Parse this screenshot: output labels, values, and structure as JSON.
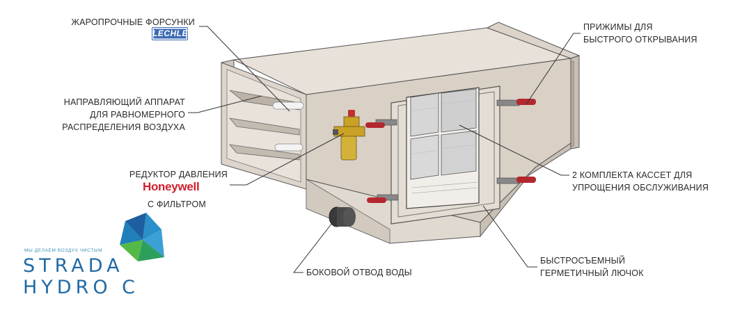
{
  "labels": {
    "nozzles": "ЖАРОПРОЧНЫЕ ФОРСУНКИ",
    "guide_1": "НАПРАВЛЯЮЩИЙ АППАРАТ",
    "guide_2": "ДЛЯ РАВНОМЕРНОГО",
    "guide_3": "РАСПРЕДЕЛЕНИЯ ВОЗДУХА",
    "reducer": "РЕДУКТОР ДАВЛЕНИЯ",
    "with_filter": "С ФИЛЬТРОМ",
    "drain": "БОКОВОЙ ОТВОД ВОДЫ",
    "clamps_1": "ПРИЖИМЫ ДЛЯ",
    "clamps_2": "БЫСТРОГО ОТКРЫВАНИЯ",
    "cassettes_1": "2 КОМПЛЕКТА КАССЕТ ДЛЯ",
    "cassettes_2": "УПРОЩЕНИЯ ОБСЛУЖИВАНИЯ",
    "hatch_1": "БЫСТРОСЪЕМНЫЙ",
    "hatch_2": "ГЕРМЕТИЧНЫЙ ЛЮЧОК"
  },
  "logos": {
    "lechler": "LECHLER",
    "honeywell": "Honeywell"
  },
  "brand": {
    "tagline": "МЫ ДЕЛАЕМ ВОЗДУХ ЧИСТЫМ",
    "line1": "STRADA",
    "line2": "HYDRO C"
  },
  "colors": {
    "body": "#d9d0c6",
    "top": "#e7e1d9",
    "honeywell": "#d0202e",
    "lechler": "#3d6bb3",
    "brand": "#1f6aa6"
  }
}
